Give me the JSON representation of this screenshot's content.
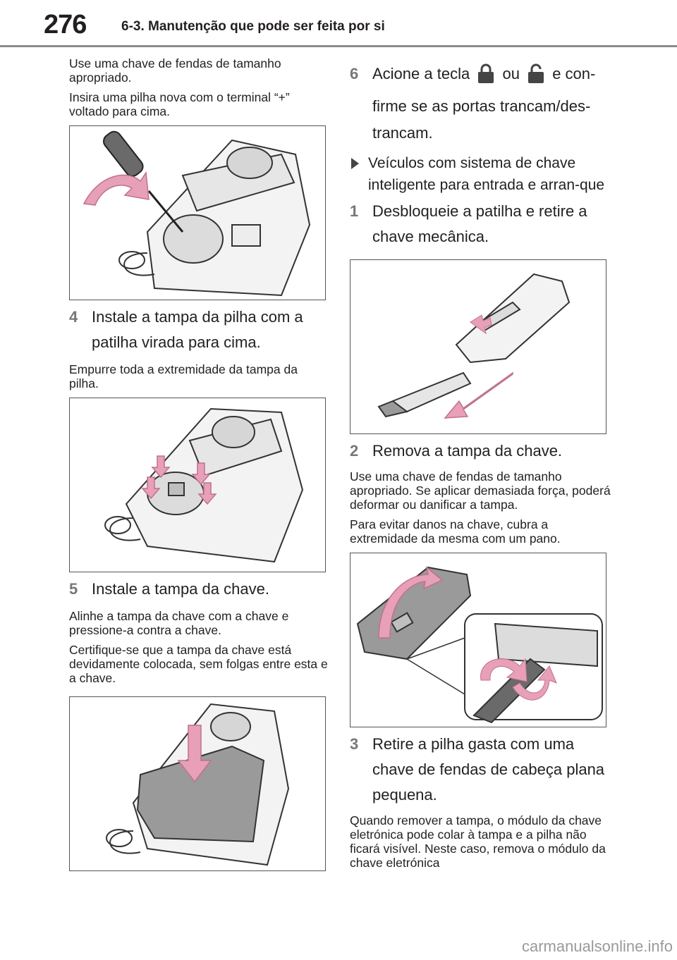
{
  "header": {
    "page_number": "276",
    "section_title": "6-3. Manutenção que pode ser feita por si"
  },
  "left": {
    "note1": "Use uma chave de fendas de tamanho apropriado.",
    "note2": "Insira uma pilha nova com o terminal “+” voltado para cima.",
    "step4": {
      "num": "4",
      "text": "Instale a tampa da pilha com a patilha virada para cima."
    },
    "note3": "Empurre toda a extremidade da tampa da pilha.",
    "step5": {
      "num": "5",
      "text": "Instale a tampa da chave."
    },
    "note4": "Alinhe a tampa da chave com a chave e pressione-a contra a chave.",
    "note5": "Certifique-se que a tampa da chave está devidamente colocada, sem folgas entre esta e a chave."
  },
  "right": {
    "step6": {
      "num": "6",
      "text_a": "Acione a tecla",
      "text_b": "ou",
      "text_c": "e con-firme se as portas trancam/des-trancam."
    },
    "sub_heading": "Veículos com sistema de chave inteligente para entrada e arran-que",
    "step1": {
      "num": "1",
      "text": "Desbloqueie a patilha e retire a chave mecânica."
    },
    "step2": {
      "num": "2",
      "text": "Remova a tampa da chave."
    },
    "note1": "Use uma chave de fendas de tamanho apropriado. Se aplicar demasiada força, poderá deformar ou danificar a tampa.",
    "note2": "Para evitar danos na chave, cubra a extremidade da mesma com um pano.",
    "step3": {
      "num": "3",
      "text": "Retire a pilha gasta com uma chave de fendas de cabeça plana pequena."
    },
    "note3": "Quando remover a tampa, o módulo da chave eletrónica pode colar à tampa e a pilha não ficará visível. Neste caso, remova o módulo da chave eletrónica"
  },
  "icons": {
    "lock": "lock-icon",
    "unlock": "unlock-icon",
    "arrow": "pink-arrow-icon",
    "triangle": "triangle-bullet-icon"
  },
  "colors": {
    "accent_arrow": "#e8a0b8",
    "step_number": "#777777",
    "rule": "#8a8a8a"
  },
  "watermark": "carmanualsonline.info"
}
